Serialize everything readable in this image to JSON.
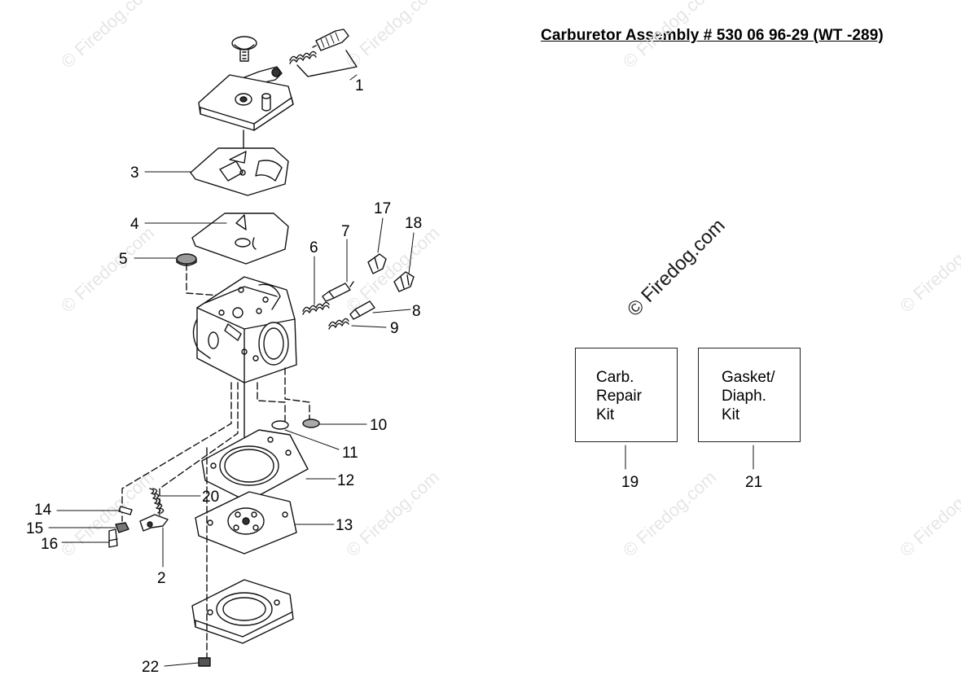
{
  "title": "Carburetor Assembly # 530 06 96-29 (WT -289)",
  "copyright_watermark": "© Firedog.com",
  "faint_watermark": "© Firedog.com",
  "callouts": [
    {
      "id": "1",
      "label": "1"
    },
    {
      "id": "2",
      "label": "2"
    },
    {
      "id": "3",
      "label": "3"
    },
    {
      "id": "4",
      "label": "4"
    },
    {
      "id": "5",
      "label": "5"
    },
    {
      "id": "6",
      "label": "6"
    },
    {
      "id": "7",
      "label": "7"
    },
    {
      "id": "8",
      "label": "8"
    },
    {
      "id": "9",
      "label": "9"
    },
    {
      "id": "10",
      "label": "10"
    },
    {
      "id": "11",
      "label": "11"
    },
    {
      "id": "12",
      "label": "12"
    },
    {
      "id": "13",
      "label": "13"
    },
    {
      "id": "14",
      "label": "14"
    },
    {
      "id": "15",
      "label": "15"
    },
    {
      "id": "16",
      "label": "16"
    },
    {
      "id": "17",
      "label": "17"
    },
    {
      "id": "18",
      "label": "18"
    },
    {
      "id": "20",
      "label": "20"
    },
    {
      "id": "22",
      "label": "22"
    }
  ],
  "kits": [
    {
      "name": "carb-repair-kit",
      "label": "Carb.\nRepair\nKit",
      "number": "19"
    },
    {
      "name": "gasket-diaph-kit",
      "label": "Gasket/\nDiaph.\nKit",
      "number": "21"
    }
  ]
}
